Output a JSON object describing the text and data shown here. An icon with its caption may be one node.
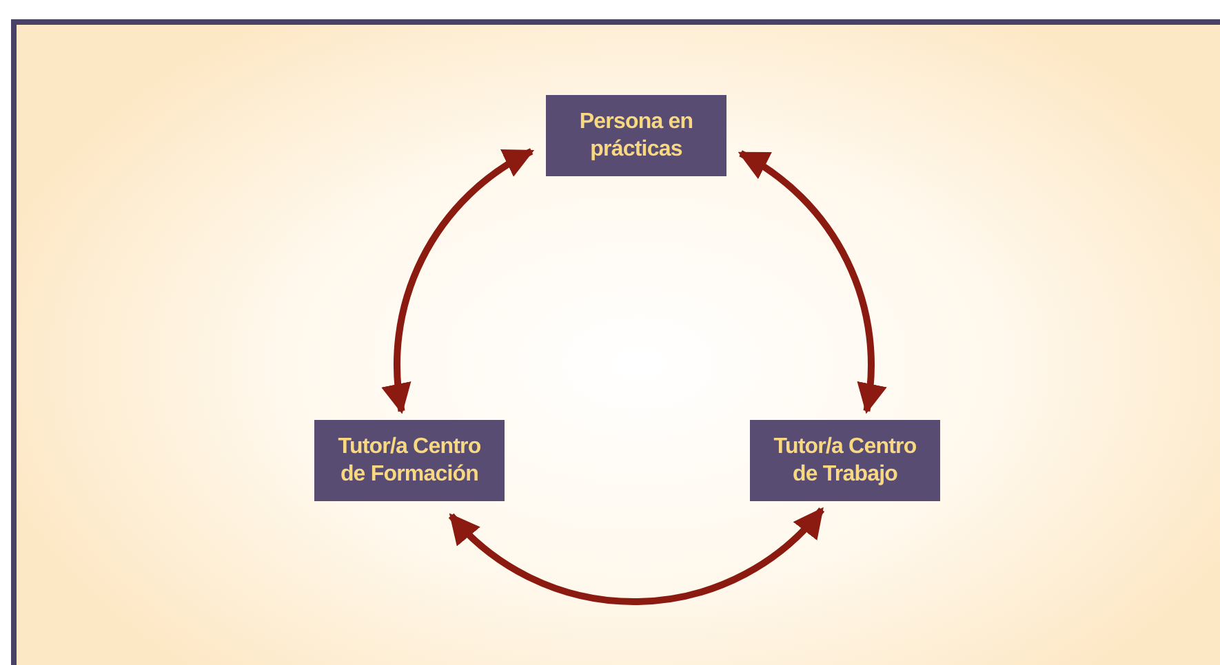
{
  "diagram": {
    "nodes": [
      {
        "text": [
          "Persona en prácticas"
        ]
      },
      {
        "text": [
          "Tutor/a Centro de Formación"
        ]
      },
      {
        "text": [
          "Tutor/a Centro de Trabajo"
        ]
      }
    ],
    "edges": [
      {
        "from": 0,
        "to": 1,
        "arrow": "both"
      },
      {
        "from": 0,
        "to": 2,
        "arrow": "both"
      },
      {
        "from": 1,
        "to": 2,
        "arrow": "both"
      }
    ]
  }
}
